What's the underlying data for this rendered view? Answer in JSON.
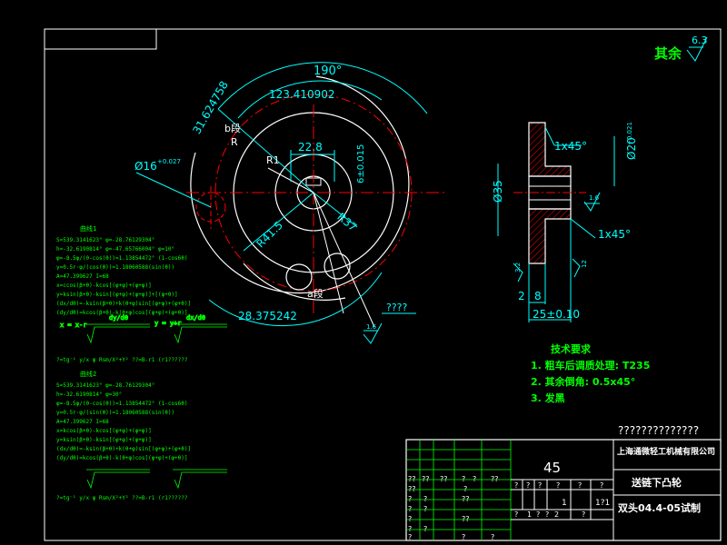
{
  "colors": {
    "background": "#000000",
    "frame": "#ffffff",
    "profile": "#ffffff",
    "dimension": "#00ffff",
    "center_line": "#ff0000",
    "hatch": "#ff0000",
    "text_green": "#00ff00",
    "section_line": "#ff00ff"
  },
  "roughness": {
    "label": "其余",
    "value": "6.3"
  },
  "front_view": {
    "dim_angle_190": "190°",
    "dim_arc_123": "123.410902",
    "dim_31": "31.624758",
    "section_label_top": "b段",
    "label_R": "R",
    "label_R1": "R1",
    "dim_22_8": "22.8",
    "dim_6": "6±0.015",
    "dim_phi16": "Ø16",
    "dim_phi16_tol": "+0.027",
    "dim_r41": "R41.5",
    "dim_r37": "R37",
    "section_label_bottom": "a段",
    "dim_28": "28.375242",
    "roughness_18": "1.6",
    "roughness_q": "????"
  },
  "side_view": {
    "chamfer_top": "1x45°",
    "chamfer_bottom": "1x45°",
    "dim_phi20": "Ø20",
    "dim_phi20_tol": "+0.021",
    "dim_phi35": "Ø35",
    "dim_2": "2",
    "dim_8": "8",
    "dim_25": "25±0.10",
    "roughness_1_6": "1.6",
    "roughness_3_2": "3.2",
    "roughness_12": "12"
  },
  "formula_block_1": {
    "title": "曲线1",
    "lines": [
      "S=539.3141623°   φ=-28.76129304°",
      "h=-32.6190814°   φ=-47.65766004°  φ=10°",
      "φ=-8.5φ/(0-cos(θ))=1.13854472° (1-cos6θ)",
      "γ=0.5r·φ/(cos(θ))=1.18060588(sin(θ))",
      "A=47.399627    I=68",
      "x=ccos(β+θ)-kcos[(φ+φ)+(φ+φ)]",
      "y=ksin(β+θ)-ksin[(φ+φ)+(φ+φ)]+[(φ+θ)]",
      "(dx/dθ)=-ksin(β+θ)+k(θ+φ)sin[(φ+φ)+(φ+θ)]",
      "(dy/dθ)=kcos(β+θ)-k(θ+φ)cos[(φ+φ)+(φ+θ)]",
      "?=tg⁻¹ y/x  ψ        Rsm/X²+Y²      ??=B-r1  (r1??????"
    ]
  },
  "formula_block_2": {
    "title": "曲线2",
    "lines": [
      "S=539.3141623°   φ=-28.76129304°",
      "h=-32.6190814°   φ=30°",
      "φ=-8.5φ/(0-cos(θ))=1.13854472° (1-cos6θ)",
      "γ=0.5r·φ/(sin(θ))=1.18060588(sin(θ))",
      "A=47.399627    I=68",
      "x=kcos(β+θ)-kcos[(φ+φ)+(φ+φ)]",
      "y=ksin(β+θ)-ksin[(φ+φ)+(φ+φ)]",
      "(dx/dθ)=-ksin(β+θ)+k(θ+φ)sin[(φ+φ)+(φ+θ)]",
      "(dy/dθ)=kcos(β+θ)-k(θ+φ)cos[(φ+φ)+(φ+θ)]",
      "?=tg⁻¹ y/x  ψ        Rsm/X²+Y²      ??=B-r1  (r1??????"
    ]
  },
  "fraction_labels": {
    "dy_dtheta": "dy/dθ",
    "dx_dtheta": "dx/dθ",
    "x_eq": "x = x-r",
    "y_eq": "y = y+r"
  },
  "tech_requirements": {
    "title": "技术要求",
    "items": [
      "1. 粗车后调质处理: T235",
      "2. 其余倒角: 0.5x45°",
      "3. 发黑"
    ]
  },
  "title_block": {
    "caption_above": "??????????????",
    "material": "45",
    "company": "上海通微轻工机械有限公司",
    "part_name": "送链下凸轮",
    "drawing_no": "双头04.4-05试制",
    "scale": "1?1",
    "sheet_1": "1",
    "q_cells": [
      "??",
      "??",
      "??",
      "?",
      "?",
      "??",
      "??",
      "?",
      "?",
      "?",
      "?",
      "?",
      "?",
      "?",
      "?",
      "?",
      "??",
      "?",
      "?",
      "?",
      "??",
      "?",
      "?",
      "?",
      "?",
      "1",
      "?",
      "?",
      "?",
      "?",
      "2",
      "?"
    ]
  }
}
